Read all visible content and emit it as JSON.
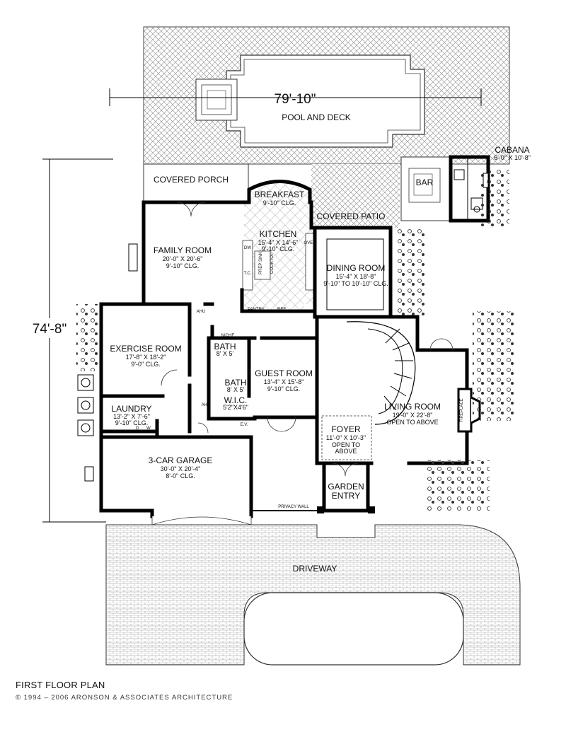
{
  "plan": {
    "title": "FIRST FLOOR PLAN",
    "copyright": "© 1994  –  2006 ARONSON & ASSOCIATES ARCHITECTURE",
    "dimensions": {
      "width": "79'-10\"",
      "depth": "74'-8\""
    },
    "areas": {
      "pool": "POOL AND DECK",
      "covered_porch": "COVERED PORCH",
      "covered_patio": "COVERED PATIO",
      "driveway": "DRIVEWAY",
      "privacy_wall": "PRIVACY WALL",
      "bar": "BAR"
    },
    "rooms": {
      "cabana": {
        "name": "CABANA",
        "size": "6'-0\" X 10'-8\""
      },
      "breakfast": {
        "name": "BREAKFAST",
        "clg": "9'-10\" CLG."
      },
      "kitchen": {
        "name": "KITCHEN",
        "size": "15'-4\" X 14'-6\"",
        "clg": "9'-10\" CLG."
      },
      "family": {
        "name": "FAMILY ROOM",
        "size": "20'-0\" X 20'-6\"",
        "clg": "9'-10\" CLG."
      },
      "dining": {
        "name": "DINING ROOM",
        "size": "15'-4\" X 18'-8\"",
        "clg": "9'-10\" TO 10'-10\" CLG."
      },
      "exercise": {
        "name": "EXERCISE ROOM",
        "size": "17'-8\" X 18'-2\"",
        "clg": "9'-0\" CLG."
      },
      "bath1": {
        "name": "BATH",
        "size": "8' X 5'"
      },
      "bath2": {
        "name": "BATH",
        "size": "8' X 5'"
      },
      "guest": {
        "name": "GUEST ROOM",
        "size": "13'-4\" X 15'-8\"",
        "clg": "9'-10\" CLG."
      },
      "wic": {
        "name": "W.I.C.",
        "size": "5'2\"X4'6\""
      },
      "laundry": {
        "name": "LAUNDRY",
        "size": "13'-2\" X 7'-6\"",
        "clg": "9'-10\" CLG."
      },
      "living": {
        "name": "LIVING ROOM",
        "size": "19'-0\" X 22'-8\"",
        "note": "OPEN TO ABOVE"
      },
      "foyer": {
        "name": "FOYER",
        "size": "11'-0\" X 10'-3\"",
        "note1": "OPEN TO",
        "note2": "ABOVE"
      },
      "garage": {
        "name": "3-CAR GARAGE",
        "size": "30'-0\" X 20'-4\"",
        "clg": "8'-0\" CLG."
      },
      "garden": {
        "name1": "GARDEN",
        "name2": "ENTRY"
      }
    },
    "fixtures": {
      "ahu": "AHU",
      "niche": "NICHE",
      "pantry": "PANTRY",
      "ref": "REF",
      "ev": "E.V.",
      "fireplace": "FIREPLACE",
      "dw": "DW",
      "tc": "T.C.",
      "oven": "OVEN",
      "prep_sink": "PREP SINK",
      "cooktop": "COOKTOP",
      "dryer": "D",
      "washer": "W"
    }
  }
}
